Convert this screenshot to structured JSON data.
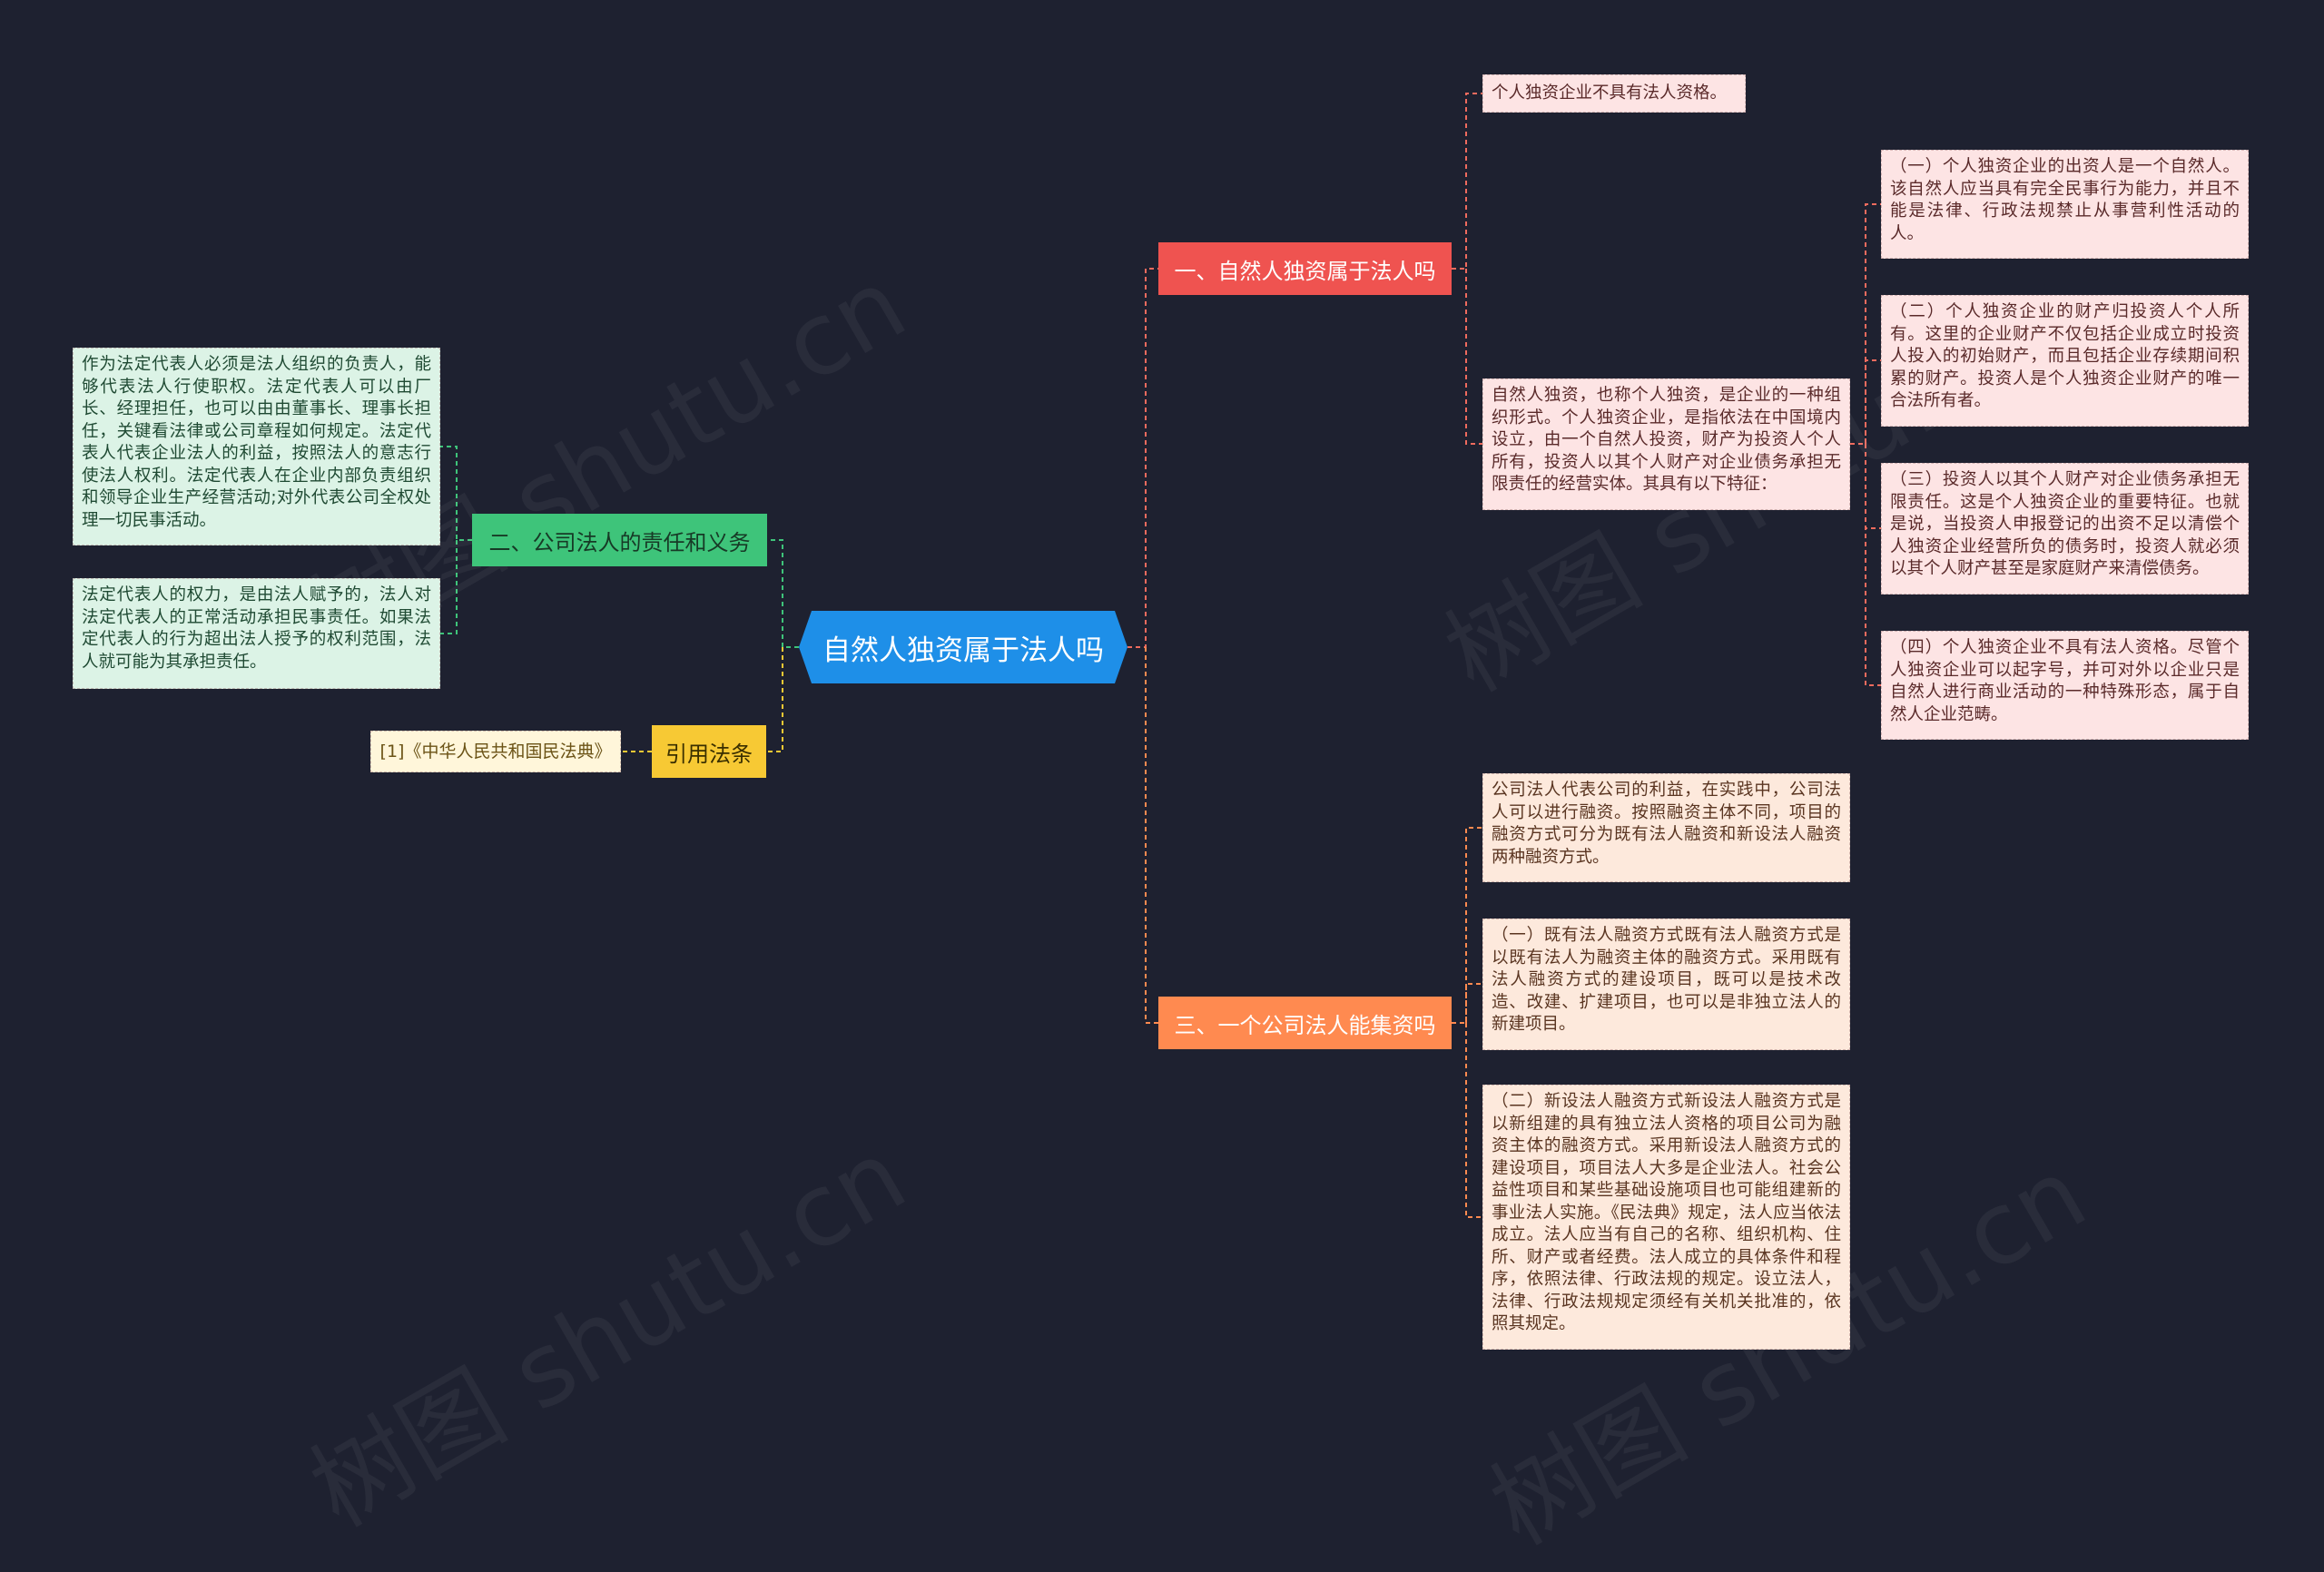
{
  "center": {
    "label": "自然人独资属于法人吗"
  },
  "branches": {
    "b1": {
      "label": "一、自然人独资属于法人吗",
      "color": "#ef5350"
    },
    "b2": {
      "label": "二、公司法人的责任和义务",
      "color": "#3ec47a"
    },
    "b3": {
      "label": "引用法条",
      "color": "#f7c934"
    },
    "b4": {
      "label": "三、一个公司法人能集资吗",
      "color": "#ff8a50"
    }
  },
  "section1": {
    "top_note": "个人独资企业不具有法人资格。",
    "intro": "自然人独资，也称个人独资，是企业的一种组织形式。个人独资企业，是指依法在中国境内设立，由一个自然人投资，财产为投资人个人所有，投资人以其个人财产对企业债务承担无限责任的经营实体。其具有以下特征：",
    "features": [
      "（一）个人独资企业的出资人是一个自然人。该自然人应当具有完全民事行为能力，并且不能是法律、行政法规禁止从事营利性活动的人。",
      "（二）个人独资企业的财产归投资人个人所有。这里的企业财产不仅包括企业成立时投资人投入的初始财产，而且包括企业存续期间积累的财产。投资人是个人独资企业财产的唯一合法所有者。",
      "（三）投资人以其个人财产对企业债务承担无限责任。这是个人独资企业的重要特征。也就是说，当投资人申报登记的出资不足以清偿个人独资企业经营所负的债务时，投资人就必须以其个人财产甚至是家庭财产来清偿债务。",
      "（四）个人独资企业不具有法人资格。尽管个人独资企业可以起字号，并可对外以企业只是自然人进行商业活动的一种特殊形态，属于自然人企业范畴。"
    ]
  },
  "section2": {
    "items": [
      "作为法定代表人必须是法人组织的负责人，能够代表法人行使职权。法定代表人可以由厂长、经理担任，也可以由由董事长、理事长担任，关键看法律或公司章程如何规定。法定代表人代表企业法人的利益，按照法人的意志行使法人权利。法定代表人在企业内部负责组织和领导企业生产经营活动;对外代表公司全权处理一切民事活动。",
      "法定代表人的权力，是由法人赋予的，法人对法定代表人的正常活动承担民事责任。如果法定代表人的行为超出法人授予的权利范围，法人就可能为其承担责任。"
    ]
  },
  "references": {
    "item": "[1]《中华人民共和国民法典》"
  },
  "section3": {
    "items": [
      "公司法人代表公司的利益，在实践中，公司法人可以进行融资。按照融资主体不同，项目的融资方式可分为既有法人融资和新设法人融资两种融资方式。",
      "（一）既有法人融资方式既有法人融资方式是以既有法人为融资主体的融资方式。采用既有法人融资方式的建设项目，既可以是技术改造、改建、扩建项目，也可以是非独立法人的新建项目。",
      "（二）新设法人融资方式新设法人融资方式是以新组建的具有独立法人资格的项目公司为融资主体的融资方式。采用新设法人融资方式的建设项目，项目法人大多是企业法人。社会公益性项目和某些基础设施项目也可能组建新的事业法人实施。《民法典》规定，法人应当依法成立。法人应当有自己的名称、组织机构、住所、财产或者经费。法人成立的具体条件和程序，依照法律、行政法规的规定。设立法人，法律、行政法规规定须经有关机关批准的，依照其规定。"
    ]
  },
  "watermark": "树图 shutu.cn",
  "colors": {
    "background": "#1e2130",
    "center": "#1e8fe8"
  }
}
